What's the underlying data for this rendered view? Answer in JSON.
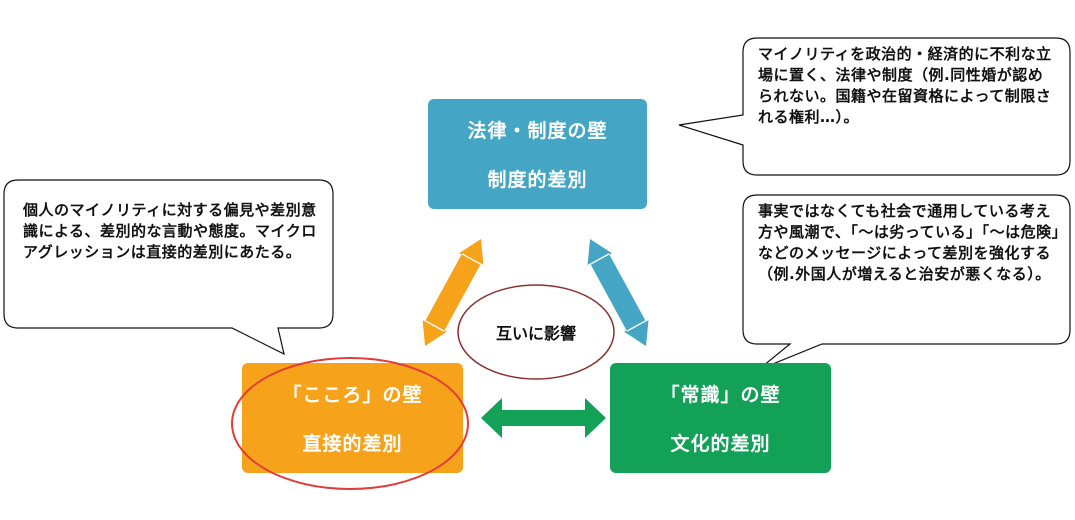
{
  "law_wall": {
    "title": "法律・制度の壁",
    "subtitle": "制度的差別",
    "note": "マイノリティを政治的・経済的に不利な立場に置く、法律や制度（例.同性婚が認められない。国籍や在留資格によって制限される権利…）。"
  },
  "heart_wall": {
    "title": "「こころ」の壁",
    "subtitle": "直接的差別",
    "note": "個人のマイノリティに対する偏見や差別意識による、差別的な言動や態度。マイクロアグレッションは直接的差別にあたる。"
  },
  "common_wall": {
    "title": "「常識」の壁",
    "subtitle": "文化的差別",
    "note": "事実ではなくても社会で通用している考え方や風潮で、「～は劣っている」「～は危険」などのメッセージによって差別を強化する（例.外国人が増えると治安が悪くなる）。"
  },
  "center": {
    "label": "互いに影響"
  },
  "colors": {
    "law": "#44a6c4",
    "heart": "#f7a21b",
    "common": "#12a157",
    "ring": "#e23b3b"
  }
}
